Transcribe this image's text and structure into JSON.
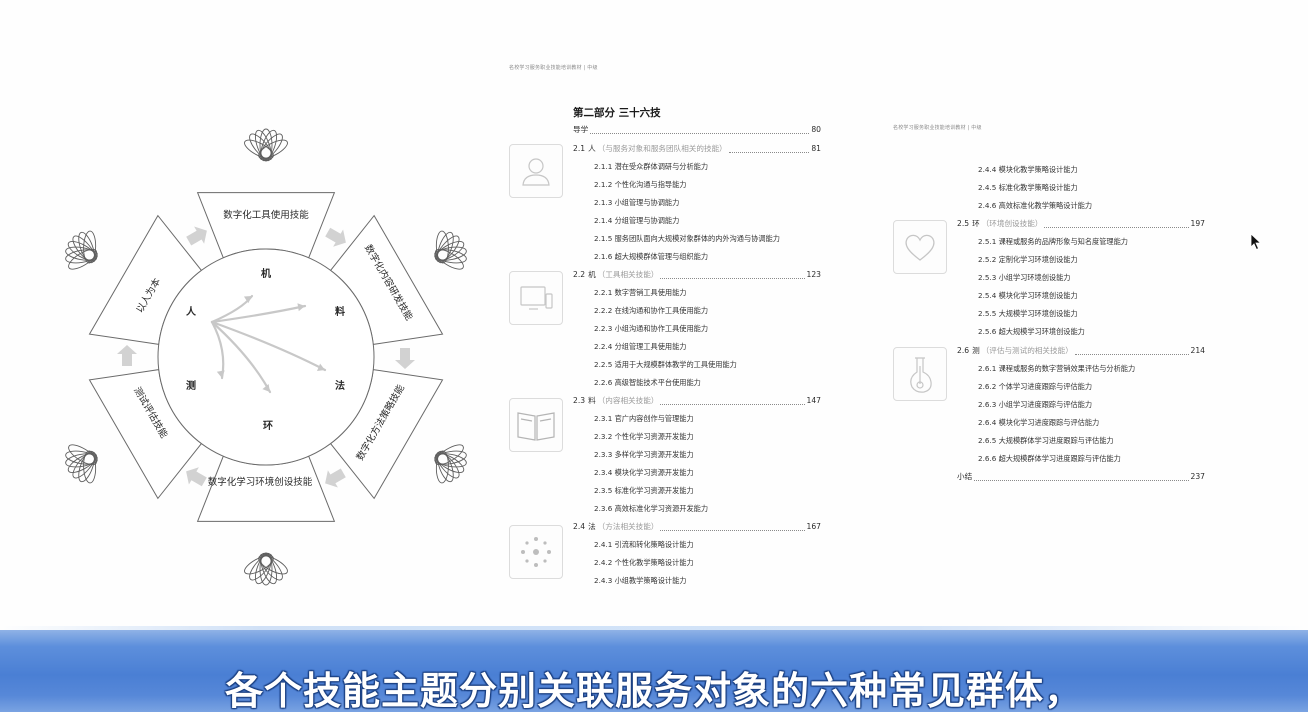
{
  "diagram": {
    "center_chars": [
      "机",
      "料",
      "法",
      "环",
      "测",
      "人"
    ],
    "ring_labels": [
      "数字化工具使用技能",
      "数字化内容研发技能",
      "数字化方法策略技能",
      "数字化学习环境创设技能",
      "测试评估技能",
      "以人为本"
    ]
  },
  "page1": {
    "header": "名校学习服务职业技能培训教材 | 中级",
    "part_title": "第二部分 三十六技",
    "intro": {
      "label": "导学",
      "page": "80"
    },
    "sections": [
      {
        "num": "2.1",
        "char": "人",
        "sub": "（与服务对象和服务团队相关的技能）",
        "page": "81",
        "items": [
          "2.1.1 潜在受众群体调研与分析能力",
          "2.1.2 个性化沟通与指导能力",
          "2.1.3 小组管理与协调能力",
          "2.1.4 分组管理与协调能力",
          "2.1.5 服务团队面向大规模对象群体的内外沟通与协调能力",
          "2.1.6 超大规模群体管理与组织能力"
        ]
      },
      {
        "num": "2.2",
        "char": "机",
        "sub": "（工具相关技能）",
        "page": "123",
        "items": [
          "2.2.1 数字营销工具使用能力",
          "2.2.2 在线沟通和协作工具使用能力",
          "2.2.3 小组沟通和协作工具使用能力",
          "2.2.4 分组管理工具使用能力",
          "2.2.5 适用于大规模群体教学的工具使用能力",
          "2.2.6 高级智能技术平台使用能力"
        ]
      },
      {
        "num": "2.3",
        "char": "料",
        "sub": "（内容相关技能）",
        "page": "147",
        "items": [
          "2.3.1 官广内容创作与管理能力",
          "2.3.2 个性化学习资源开发能力",
          "2.3.3 多样化学习资源开发能力",
          "2.3.4 模块化学习资源开发能力",
          "2.3.5 标准化学习资源开发能力",
          "2.3.6 高效标准化学习资源开发能力"
        ]
      },
      {
        "num": "2.4",
        "char": "法",
        "sub": "（方法相关技能）",
        "page": "167",
        "items": [
          "2.4.1 引流和转化策略设计能力",
          "2.4.2 个性化教学策略设计能力",
          "2.4.3 小组教学策略设计能力"
        ]
      }
    ]
  },
  "page2": {
    "header": "名校学习服务职业技能培训教材 | 中级",
    "lead_items": [
      "2.4.4 模块化教学策略设计能力",
      "2.4.5 标准化教学策略设计能力",
      "2.4.6 高效标准化教学策略设计能力"
    ],
    "sections": [
      {
        "num": "2.5",
        "char": "环",
        "sub": "（环境创设技能）",
        "page": "197",
        "items": [
          "2.5.1 课程或服务的品牌形象与知名度管理能力",
          "2.5.2 定制化学习环境创设能力",
          "2.5.3 小组学习环境创设能力",
          "2.5.4 模块化学习环境创设能力",
          "2.5.5 大规模学习环境创设能力",
          "2.5.6 超大规模学习环境创设能力"
        ]
      },
      {
        "num": "2.6",
        "char": "测",
        "sub": "（评估与测试的相关技能）",
        "page": "214",
        "items": [
          "2.6.1 课程或服务的数字营销效果评估与分析能力",
          "2.6.2 个体学习进度跟踪与评估能力",
          "2.6.3 小组学习进度跟踪与评估能力",
          "2.6.4 模块化学习进度跟踪与评估能力",
          "2.6.5 大规模群体学习进度跟踪与评估能力",
          "2.6.6 超大规模群体学习进度跟踪与评估能力"
        ]
      }
    ],
    "summary": {
      "label": "小结",
      "page": "237"
    }
  },
  "subtitle": "各个技能主题分别关联服务对象的六种常见群体，",
  "icons": [
    "person-icon",
    "monitor-phone-icon",
    "book-icon",
    "dots-circle-icon",
    "heart-icon",
    "thermometer-flask-icon",
    "mouse-cursor-icon"
  ],
  "colors": {
    "banner": "#4a7fd4",
    "line": "#6a6a6a",
    "arrow": "#d2d2d2"
  }
}
